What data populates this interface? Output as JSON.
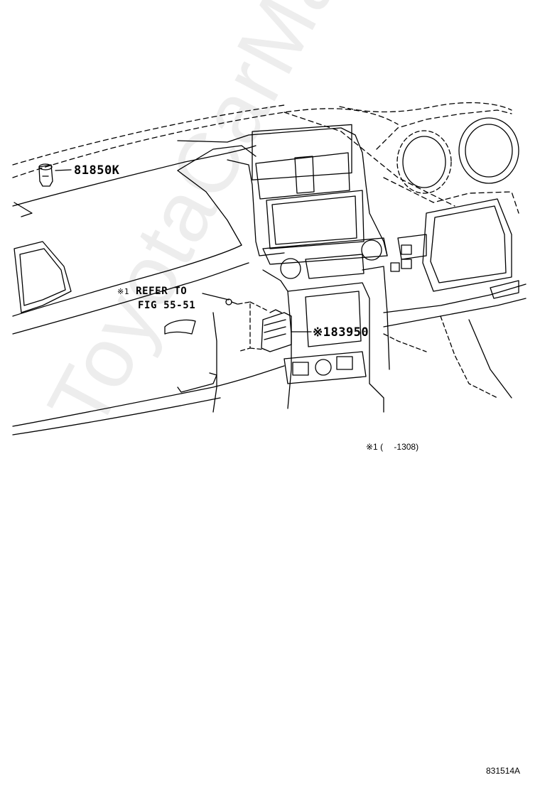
{
  "callouts": {
    "part_81850k": "81850K",
    "refer_mark": "※1",
    "refer_line1": "REFER TO",
    "refer_line2": "FIG 55-51",
    "part_83950": "※183950"
  },
  "footnote": {
    "mark": "※1",
    "range": "(　 -1308)"
  },
  "figure_id": "831514A",
  "watermark": "ToyotaCarMarket.ru"
}
